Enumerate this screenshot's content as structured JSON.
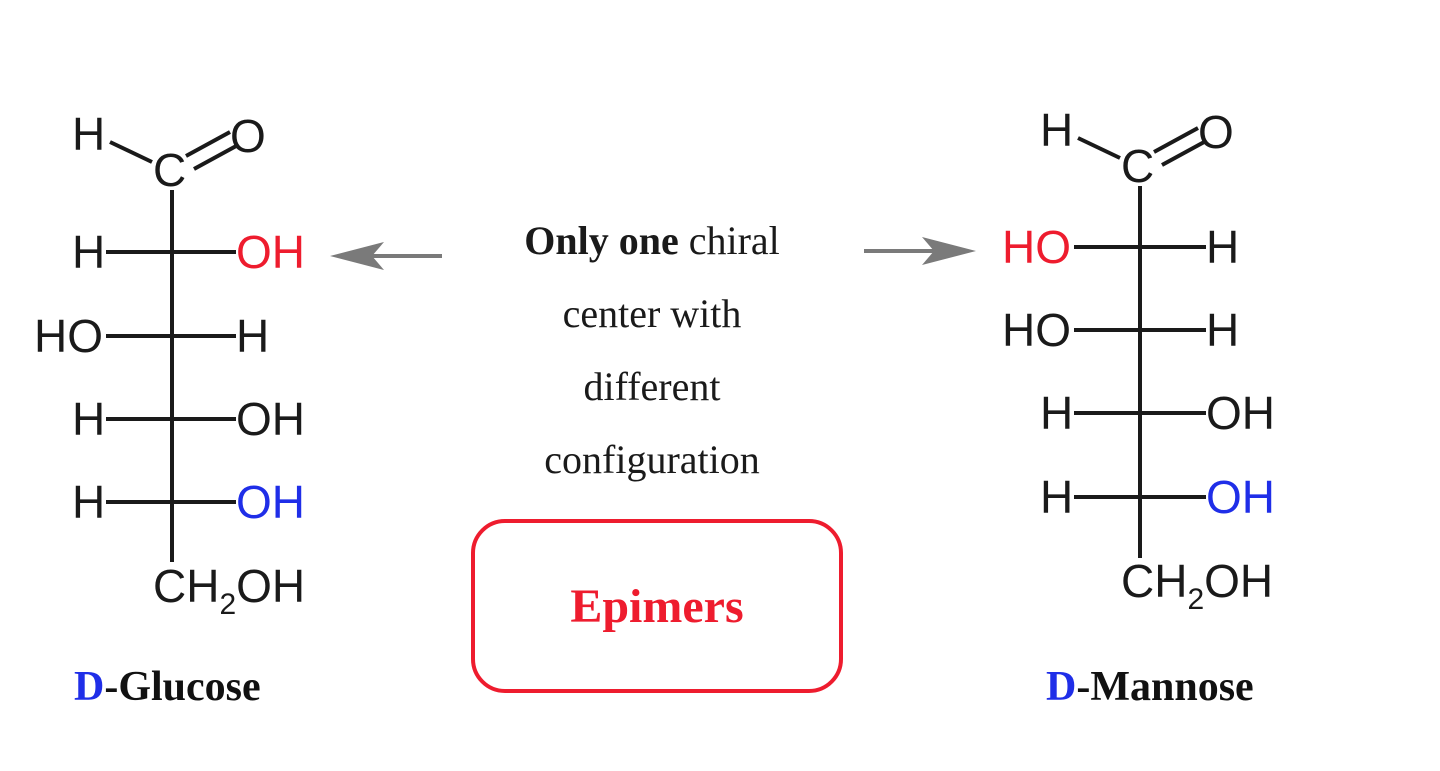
{
  "colors": {
    "highlight_red": "#ee1c2e",
    "highlight_blue": "#1f2ee8",
    "arrow_gray": "#7a7a7a",
    "text": "#1a1a1a"
  },
  "glucose": {
    "top_H": "H",
    "carbonyl_C": "C",
    "carbonyl_O": "O",
    "rows": [
      {
        "left": "H",
        "right": "OH",
        "highlight": "right-red"
      },
      {
        "left": "HO",
        "right": "H",
        "highlight": "none"
      },
      {
        "left": "H",
        "right": "OH",
        "highlight": "none"
      },
      {
        "left": "H",
        "right": "OH",
        "highlight": "right-blue"
      }
    ],
    "bottom_ch": "CH",
    "bottom_sub": "2",
    "bottom_oh": "OH",
    "name_prefix": "D",
    "name_rest": "-Glucose"
  },
  "mannose": {
    "top_H": "H",
    "carbonyl_C": "C",
    "carbonyl_O": "O",
    "rows": [
      {
        "left": "HO",
        "right": "H",
        "highlight": "left-red"
      },
      {
        "left": "HO",
        "right": "H",
        "highlight": "none"
      },
      {
        "left": "H",
        "right": "OH",
        "highlight": "none"
      },
      {
        "left": "H",
        "right": "OH",
        "highlight": "right-blue"
      }
    ],
    "bottom_ch": "CH",
    "bottom_sub": "2",
    "bottom_oh": "OH",
    "name_prefix": "D",
    "name_rest": "-Mannose"
  },
  "explanation": {
    "line1_bold": "Only one",
    "line1_rest": " chiral",
    "line2": "center with",
    "line3": "different",
    "line4": "configuration"
  },
  "epimers_label": "Epimers"
}
